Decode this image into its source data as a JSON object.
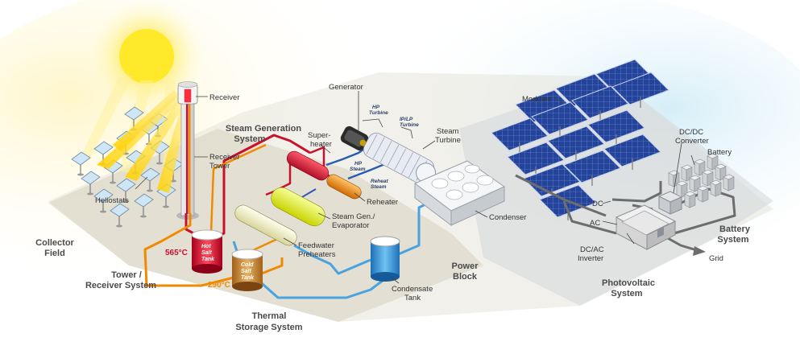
{
  "labels": {
    "heliostats": "Heliostats",
    "receiver": "Receiver",
    "receiver_tower_1": "Receiver",
    "receiver_tower_2": "Tower",
    "generator": "Generator",
    "hp_turbine_1": "HP",
    "hp_turbine_2": "Turbine",
    "iplp_turbine_1": "IP/LP",
    "iplp_turbine_2": "Turbine",
    "steam_turbine_1": "Steam",
    "steam_turbine_2": "Turbine",
    "superheater_1": "Super-",
    "superheater_2": "heater",
    "hp_steam_1": "HP",
    "hp_steam_2": "Steam",
    "reheat_steam_1": "Reheat",
    "reheat_steam_2": "Steam",
    "reheater": "Reheater",
    "steam_gen_1": "Steam Gen./",
    "steam_gen_2": "Evaporator",
    "feedwater_1": "Feedwater",
    "feedwater_2": "Preheaters",
    "condenser": "Condenser",
    "condensate_1": "Condensate",
    "condensate_2": "Tank",
    "hot_tank_1": "Hot",
    "hot_tank_2": "Salt",
    "hot_tank_3": "Tank",
    "cold_tank_1": "Cold",
    "cold_tank_2": "Salt",
    "cold_tank_3": "Tank",
    "temp_hot": "565°C",
    "temp_cold": "290°C",
    "modules": "Modules",
    "dcdc_1": "DC/DC",
    "dcdc_2": "Converter",
    "battery": "Battery",
    "dc": "DC",
    "ac": "AC",
    "dcac_1": "DC/AC",
    "dcac_2": "Inverter",
    "grid": "Grid"
  },
  "sections": {
    "collector_1": "Collector",
    "collector_2": "Field",
    "tower_1": "Tower /",
    "tower_2": "Receiver System",
    "steamgen_1": "Steam Generation",
    "steamgen_2": "System",
    "thermal_1": "Thermal",
    "thermal_2": "Storage System",
    "power_1": "Power",
    "power_2": "Block",
    "pv_1": "Photovoltaic",
    "pv_2": "System",
    "battery_1": "Battery",
    "battery_2": "System"
  },
  "colors": {
    "hot_line": "#c8102e",
    "cold_line": "#f08a00",
    "water_line": "#4aa3df",
    "steam_line": "#2a5db0",
    "electric_line": "#6d6d6d",
    "panel_blue": "#1f3f8f",
    "section_text": "#4a4a4a"
  }
}
